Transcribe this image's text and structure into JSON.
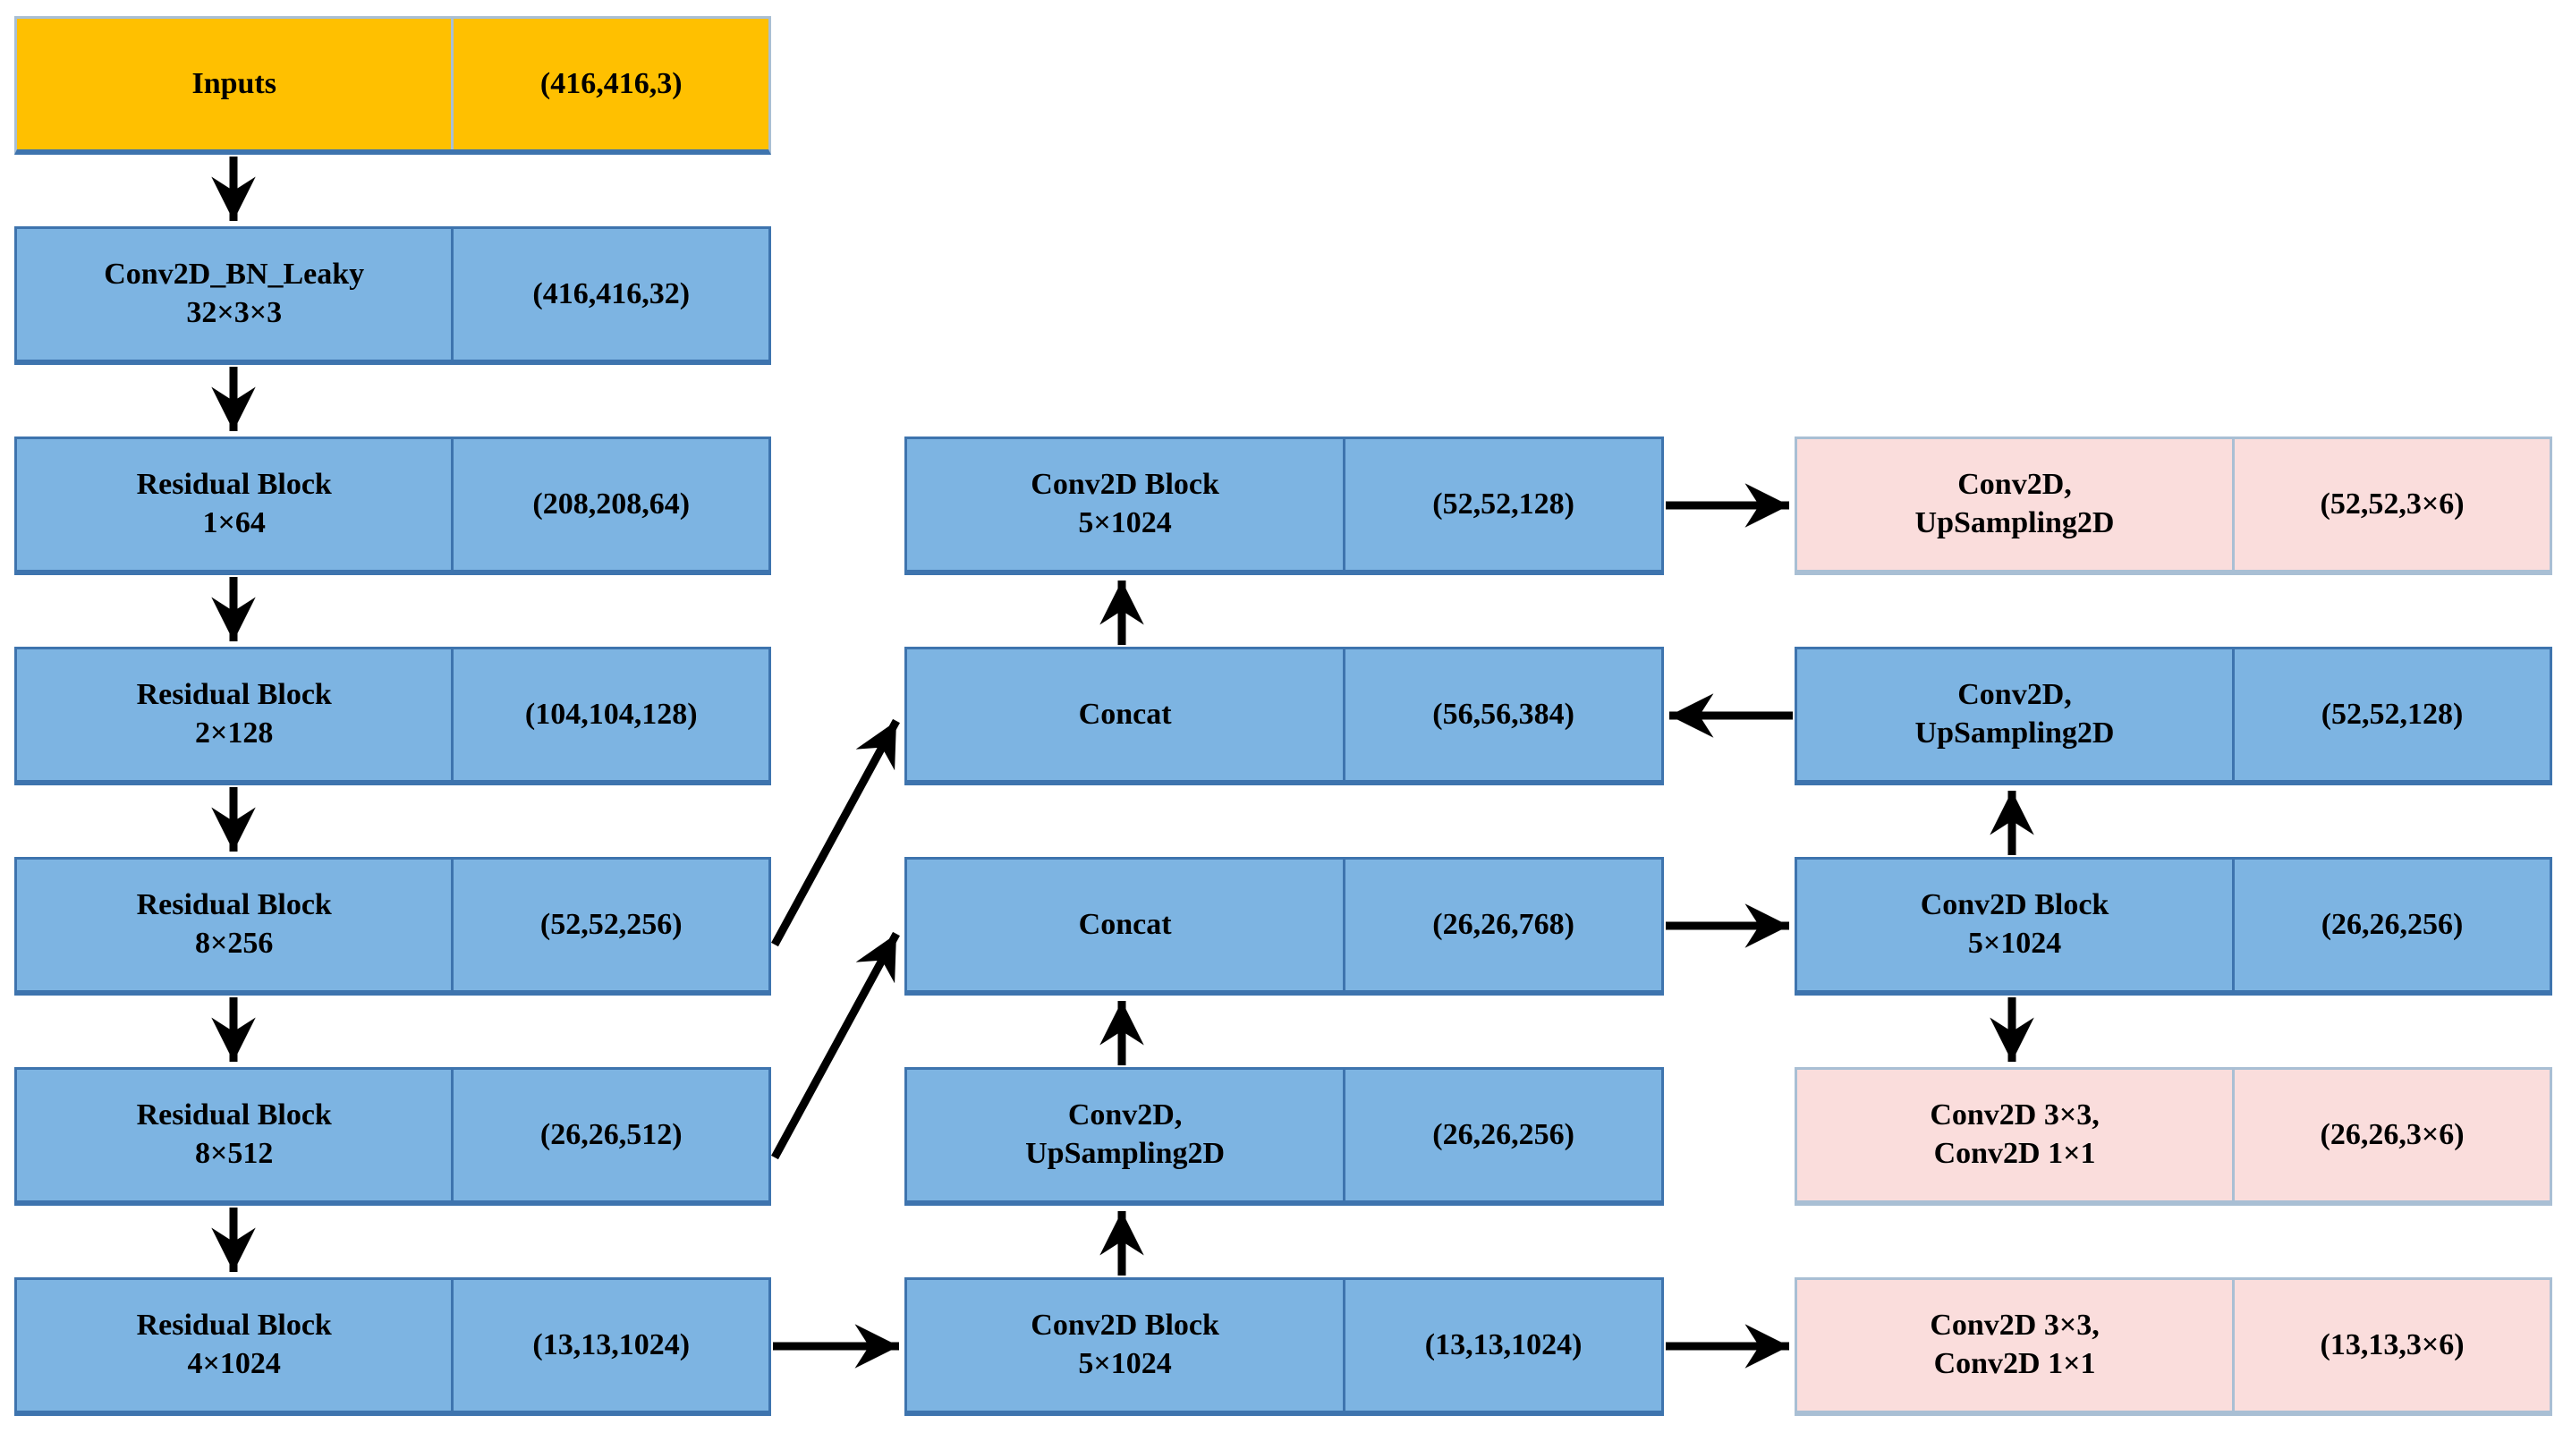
{
  "diagram_type": "neural-network-architecture-flowchart",
  "colors": {
    "input-fill": "#FFC000",
    "main-fill": "#7DB4E2",
    "head-fill": "#FADDDC",
    "border-dark": "#3E74AE",
    "border-light": "#A9BFD4",
    "arrow": "#000000",
    "text": "#000000"
  },
  "boxes": [
    {
      "id": "inputs",
      "lines": [
        "Inputs"
      ],
      "value": "(416,416,3)"
    },
    {
      "id": "conv2d-bn-leaky",
      "lines": [
        "Conv2D_BN_Leaky",
        "32×3×3"
      ],
      "value": "(416,416,32)"
    },
    {
      "id": "residual-1x64",
      "lines": [
        "Residual Block",
        "1×64"
      ],
      "value": "(208,208,64)"
    },
    {
      "id": "residual-2x128",
      "lines": [
        "Residual Block",
        "2×128"
      ],
      "value": "(104,104,128)"
    },
    {
      "id": "residual-8x256",
      "lines": [
        "Residual Block",
        "8×256"
      ],
      "value": "(52,52,256)"
    },
    {
      "id": "residual-8x512",
      "lines": [
        "Residual Block",
        "8×512"
      ],
      "value": "(26,26,512)"
    },
    {
      "id": "residual-4x1024",
      "lines": [
        "Residual Block",
        "4×1024"
      ],
      "value": "(13,13,1024)"
    },
    {
      "id": "conv2d-block-52",
      "lines": [
        "Conv2D Block",
        "5×1024"
      ],
      "value": "(52,52,128)"
    },
    {
      "id": "concat-56",
      "lines": [
        "Concat"
      ],
      "value": "(56,56,384)"
    },
    {
      "id": "concat-26",
      "lines": [
        "Concat"
      ],
      "value": "(26,26,768)"
    },
    {
      "id": "upsampling-26",
      "lines": [
        "Conv2D,",
        "UpSampling2D"
      ],
      "value": "(26,26,256)"
    },
    {
      "id": "conv2d-block-13",
      "lines": [
        "Conv2D Block",
        "5×1024"
      ],
      "value": "(13,13,1024)"
    },
    {
      "id": "head-upsampling-52",
      "lines": [
        "Conv2D,",
        "UpSampling2D"
      ],
      "value": "(52,52,3×6)"
    },
    {
      "id": "upsampling-52",
      "lines": [
        "Conv2D,",
        "UpSampling2D"
      ],
      "value": "(52,52,128)"
    },
    {
      "id": "conv2d-block-26",
      "lines": [
        "Conv2D Block",
        "5×1024"
      ],
      "value": "(26,26,256)"
    },
    {
      "id": "head-26",
      "lines": [
        "Conv2D 3×3,",
        "Conv2D 1×1"
      ],
      "value": "(26,26,3×6)"
    },
    {
      "id": "head-13",
      "lines": [
        "Conv2D 3×3,",
        "Conv2D 1×1"
      ],
      "value": "(13,13,3×6)"
    }
  ]
}
